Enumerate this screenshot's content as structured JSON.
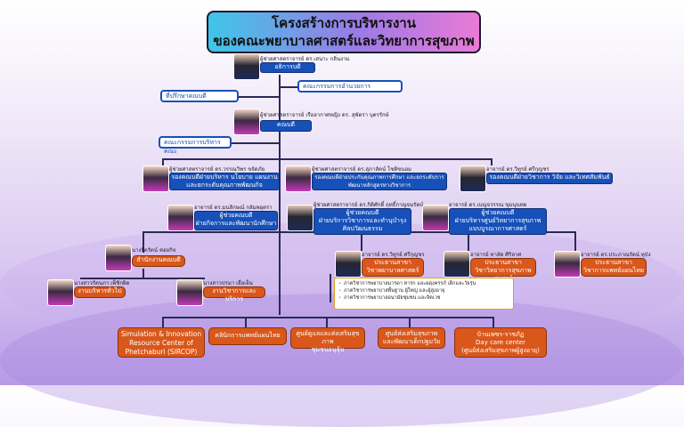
{
  "title": {
    "line1": "โครงสร้างการบริหารงาน",
    "line2": "ของคณะพยาบาลศาสตร์และวิทยาการสุขภาพ"
  },
  "top": {
    "name": "ผู้ช่วยศาสตราจารย์ ดร.เสนาะ กลิ่นงาม",
    "role": "อธิการบดี"
  },
  "committee_university": "คณะกรรมการอำนวยการ",
  "dean_advisor": "ที่ปรึกษาคณบดี",
  "dean": {
    "name": "ผู้ช่วยศาสตราจารย์ เรืออากาศหญิง ดร. สุพัตรา บุตรรักษ์",
    "role": "คณบดี"
  },
  "committee_faculty": "คณะกรรมการบริหารคณะ",
  "vice_deans": [
    {
      "name": "ผู้ช่วยศาสตราจารย์ ดร.วรรณวิพร ขจัดภัย",
      "role": "รองคณบดีฝ่ายบริหาร นโยบาย แผนงาน และยกระดับคุณภาพพัฒนกิจ"
    },
    {
      "name": "ผู้ช่วยศาสตราจารย์ ดร.สุภาลัคน์ โชติขนอม",
      "role": "รองคณบดีฝ่ายประกันคุณภาพการศึกษา และยกระดับการพัฒนาหลักสูตรทางวิชาการ"
    },
    {
      "name": "อาจารย์ ดร.วิทูรย์ ศรีกุญชร",
      "role": "รองคณบดีฝ่ายวิชาการ วิจัย และวิเทศสัมพันธ์"
    }
  ],
  "asst_deans": [
    {
      "name": "อาจารย์ ดร.มนลิกษณ์ กลัมพอุตรา",
      "role_l1": "ผู้ช่วยคณบดี",
      "role_l2": "ฝ่ายกิจการและพัฒนานักศึกษา"
    },
    {
      "name": "ผู้ช่วยศาสตราจารย์ ดร.กิติศักดิ์ ฤทธิ์กาญจนรัตน์",
      "role_l1": "ผู้ช่วยคณบดี",
      "role_l2": "ฝ่ายบริการวิชาการและทำนุบำรุง ศิลปวัฒนธรรม"
    },
    {
      "name": "อาจารย์ ดร.เบญจวรรณ ขุมนุนทด",
      "role_l1": "ผู้ช่วยคณบดี",
      "role_l2": "ฝ่ายบริหารศูนย์วิทยาการสุขภาพ แบบบูรณาการศาสตร์"
    }
  ],
  "office_head": {
    "name": "นางจิตรัตน์ ค่อยกิจ",
    "role": "สำนักงานคณบดี"
  },
  "office_staff": [
    {
      "name": "นางสาวรัตนภา เพ็ชิกผิด",
      "role": "งานบริหารทั่วไป"
    },
    {
      "name": "นางสาวปรมา เยื่อเย็น",
      "role": "งานวิชาการและบริการ"
    }
  ],
  "program_chairs": [
    {
      "name": "อาจารย์ ดร.วิทูรย์ ศรีกุญชร",
      "role_l1": "ประธานสาขา",
      "role_l2": "วิชาพยาบาลศาสตร์"
    },
    {
      "name": "อาจารย์ ทาลัด ศิริลาศ",
      "role_l1": "ประธานสาขา",
      "role_l2": "วิชาวิทยาการสุขภาพศาสตร์"
    },
    {
      "name": "อาจารย์ ดร.ประภาณรัตน์ ทุบัง",
      "role_l1": "ประธานสาขา",
      "role_l2": "วิชาการแพทย์แผนไทย"
    }
  ],
  "nursing_groups": [
    "ภาควิชาการพยาบาลมารดา ทารก และผดุงครรภ์ เด็กและวัยรุ่น",
    "ภาควิชาการพยาบาลพื้นฐาน ผู้ใหญ่ และผู้สูงอายุ",
    "ภาควิชาการพยาบาลอนามัยชุมชน และจิตเวช"
  ],
  "units": [
    {
      "l1": "Simulation & Innovation",
      "l2": "Resource Center of",
      "l3": "Phetchaburi (SIRCOP)"
    },
    {
      "l1": "คลินิกการแพทย์แผนไทย",
      "l2": "",
      "l3": ""
    },
    {
      "l1": "ศูนย์ดูแลและส่งเสริมสุขภาพ",
      "l2": "ชุมชนอนุจุ้น",
      "l3": ""
    },
    {
      "l1": "ศูนย์ส่งเสริมสุขภาพ",
      "l2": "และพัฒนาเด็กปฐมวัย",
      "l3": ""
    },
    {
      "l1": "บ้านเพชร-ราชภัฏ",
      "l2": "Day care center",
      "l3": "(ศูนย์ส่งเสริมสุขภาพผู้สูงอายุ)"
    }
  ],
  "colors": {
    "blue": "#1750b8",
    "orange": "#d9571b",
    "line": "#2a2a55"
  }
}
